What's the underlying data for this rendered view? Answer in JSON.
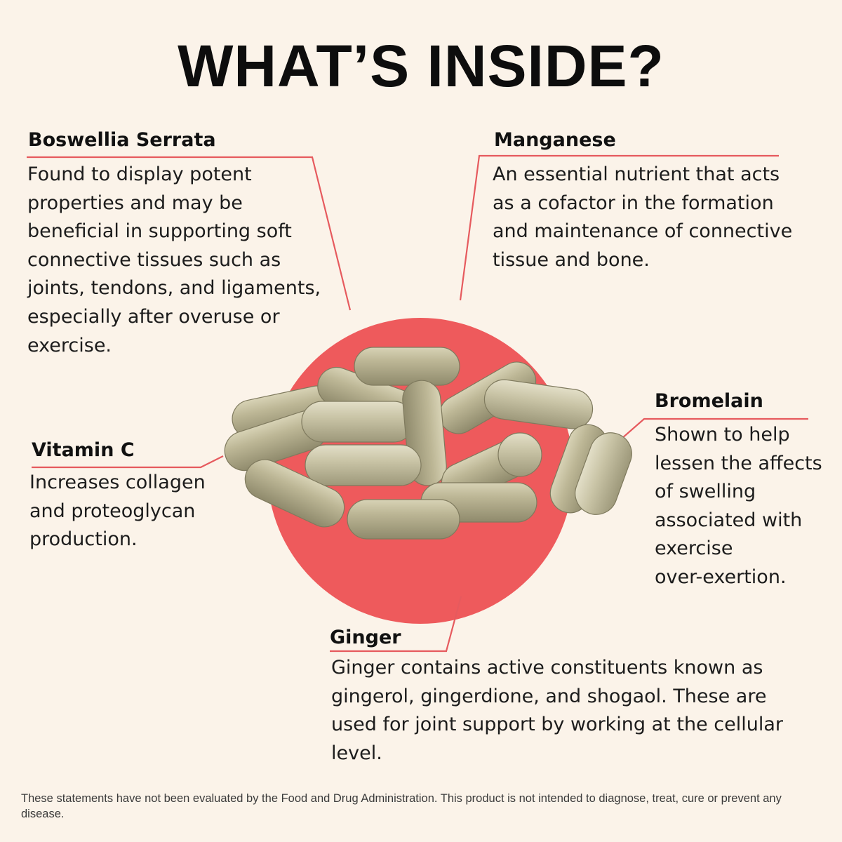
{
  "title": "WHAT’S INSIDE?",
  "colors": {
    "background": "#fbf3e9",
    "accent": "#ee5a5c",
    "line": "#e65a5e",
    "capsule": "#bdb796"
  },
  "image": {
    "icon": "capsules-pile-icon"
  },
  "ingredients": {
    "boswellia": {
      "name": "Boswellia Serrata",
      "lines": [
        "Found to display potent",
        "properties and may be",
        "beneficial in supporting soft",
        "connective tissues such as",
        "joints, tendons, and ligaments,",
        "especially after overuse or",
        "exercise."
      ]
    },
    "manganese": {
      "name": "Manganese",
      "lines": [
        "An essential nutrient that acts",
        "as a cofactor in the formation",
        "and maintenance of connective",
        "tissue and bone."
      ]
    },
    "vitamin_c": {
      "name": "Vitamin C",
      "lines": [
        "Increases collagen",
        "and proteoglycan",
        "production."
      ]
    },
    "bromelain": {
      "name": "Bromelain",
      "lines": [
        "Shown to help",
        "lessen the affects",
        "of swelling",
        "associated with",
        "exercise",
        "over-exertion."
      ]
    },
    "ginger": {
      "name": "Ginger",
      "lines": [
        "Ginger contains active constituents known as",
        "gingerol, gingerdione, and shogaol. These are",
        "used for joint support by working at the cellular",
        "level."
      ]
    }
  },
  "disclaimer": "These statements have not been evaluated by the Food and Drug Administration. This product is not intended to diagnose, treat, cure or prevent any disease."
}
